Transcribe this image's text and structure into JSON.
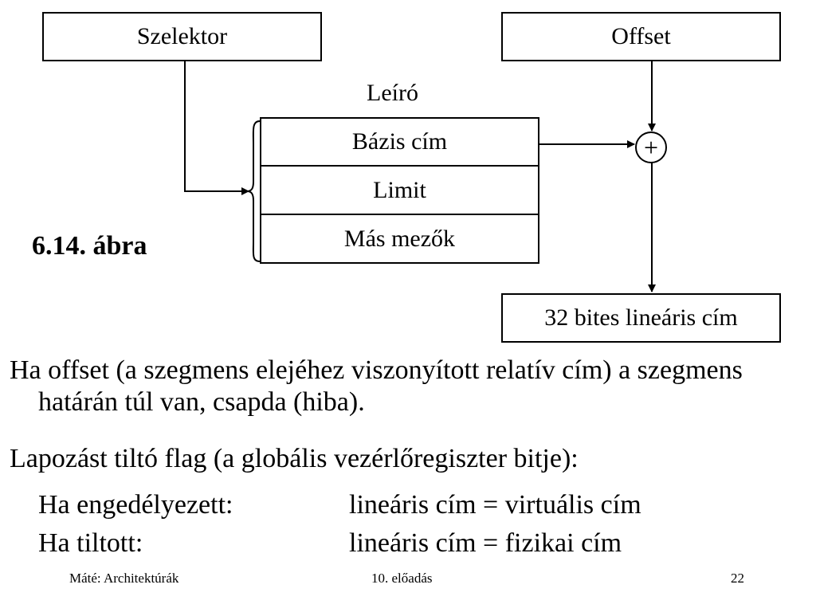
{
  "diagram": {
    "selector_label": "Szelektor",
    "offset_label": "Offset",
    "descriptor_title": "Leíró",
    "descriptor_fields": [
      "Bázis cím",
      "Limit",
      "Más mezők"
    ],
    "adder_symbol": "+",
    "output_label": "32 bites lineáris cím",
    "figure_caption": "6.14. ábra"
  },
  "text": {
    "paragraph1": "Ha offset (a szegmens elejéhez viszonyított relatív cím) a szegmens határán túl van, csapda (hiba).",
    "paragraph2": "Lapozást tiltó flag (a globális vezérlőregiszter bitje):",
    "rows": [
      {
        "condition": "Ha engedélyezett:",
        "result": "lineáris cím = virtuális cím"
      },
      {
        "condition": "Ha tiltott:",
        "result": "lineáris cím = fizikai cím"
      }
    ]
  },
  "footer": {
    "author": "Máté: Architektúrák",
    "lecture": "10. előadás",
    "page": "22"
  }
}
